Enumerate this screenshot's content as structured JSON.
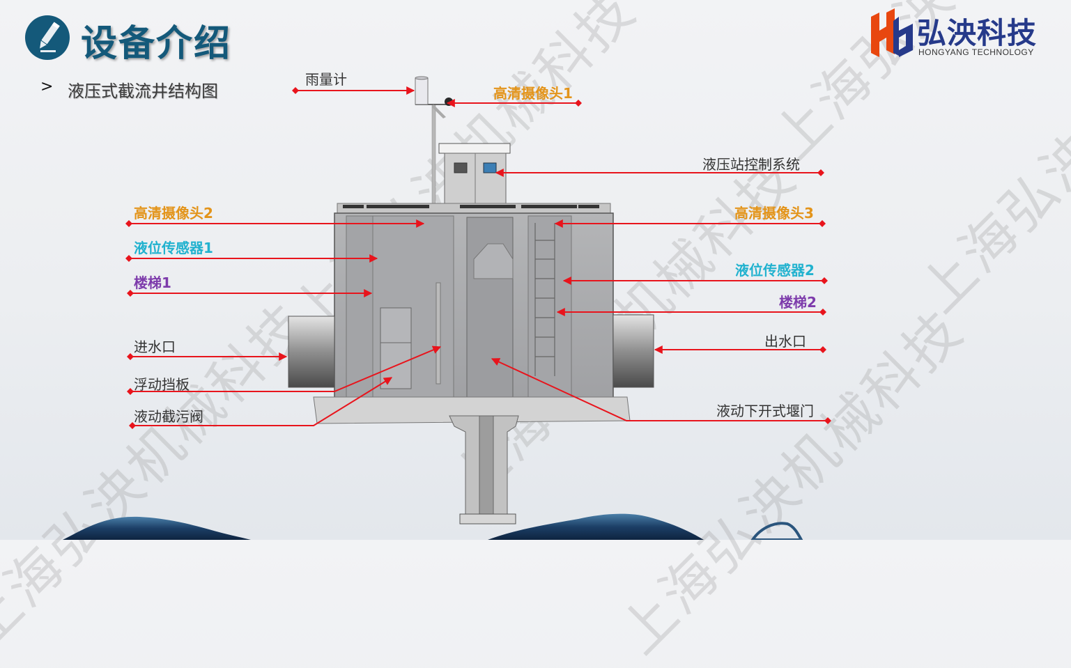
{
  "header": {
    "title": "设备介绍",
    "subtitle_chevron": ">",
    "subtitle": "液压式截流井结构图",
    "title_icon": "pencil-icon"
  },
  "logo": {
    "mark": "HY",
    "name_cn": "弘泱科技",
    "name_en": "HONGYANG TECHNOLOGY",
    "colors": {
      "orange": "#e8470f",
      "blue": "#263a8a"
    }
  },
  "watermark": {
    "texts": [
      "上海弘泱机械科技",
      "上海弘泱机械科技",
      "上海弘泱机械科技",
      "上海弘泱机械科技",
      "上海弘泱机械科技",
      "上海弘泱机械科技"
    ]
  },
  "colors": {
    "title": "#14597a",
    "leader_line": "#e8141c",
    "camera": "#e3941a",
    "sensor": "#22b2cf",
    "ladder": "#7d3bab",
    "plain": "#333333"
  },
  "callouts": {
    "rain_gauge": "雨量计",
    "camera1": "高清摄像头1",
    "hydraulic_control": "液压站控制系统",
    "camera2": "高清摄像头2",
    "camera3": "高清摄像头3",
    "level_sensor1": "液位传感器1",
    "level_sensor2": "液位传感器2",
    "ladder1": "楼梯1",
    "ladder2": "楼梯2",
    "inlet": "进水口",
    "outlet": "出水口",
    "float_baffle": "浮动挡板",
    "hydraulic_valve": "液动截污阀",
    "hydraulic_weir_gate": "液动下开式堰门"
  }
}
